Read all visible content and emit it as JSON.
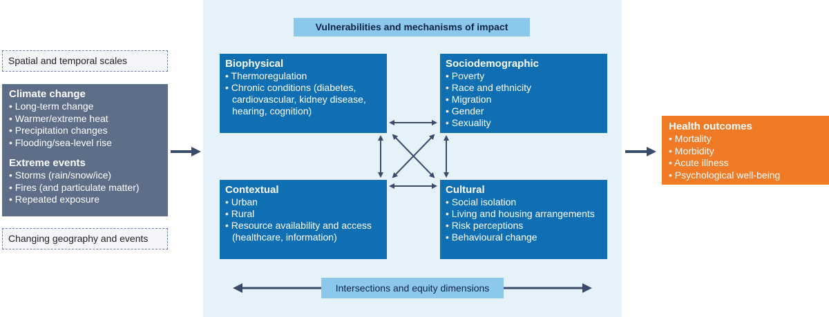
{
  "left": {
    "top_label": "Spatial and temporal scales",
    "bottom_label": "Changing geography and events",
    "climate": {
      "title": "Climate change",
      "items": [
        "Long-term change",
        "Warmer/extreme heat",
        "Precipitation changes",
        "Flooding/sea-level rise"
      ],
      "extreme_title": "Extreme events",
      "extreme_items": [
        "Storms (rain/snow/ice)",
        "Fires (and particulate matter)",
        "Repeated exposure"
      ]
    }
  },
  "center": {
    "title": "Vulnerabilities and mechanisms of impact",
    "boxes": {
      "biophysical": {
        "title": "Biophysical",
        "items": [
          "Thermoregulation",
          "Chronic conditions (diabetes, cardiovascular, kidney disease, hearing, cognition)"
        ]
      },
      "sociodemographic": {
        "title": "Sociodemographic",
        "items": [
          "Poverty",
          "Race and ethnicity",
          "Migration",
          "Gender",
          "Sexuality"
        ]
      },
      "contextual": {
        "title": "Contextual",
        "items": [
          "Urban",
          "Rural",
          "Resource availability and access (healthcare, information)"
        ]
      },
      "cultural": {
        "title": "Cultural",
        "items": [
          "Social isolation",
          "Living and housing arrangements",
          "Risk perceptions",
          "Behavioural change"
        ]
      }
    },
    "equity_label": "Intersections and equity dimensions"
  },
  "right": {
    "title": "Health outcomes",
    "items": [
      "Mortality",
      "Morbidity",
      "Acute illness",
      "Psychological well-being"
    ]
  },
  "colors": {
    "panel": "#e6f2fa",
    "box": "#0f6fb2",
    "climate": "#5e6d88",
    "health": "#f07a26",
    "accent_bar": "#8cc8ec",
    "arrow": "#3a4a6b"
  }
}
